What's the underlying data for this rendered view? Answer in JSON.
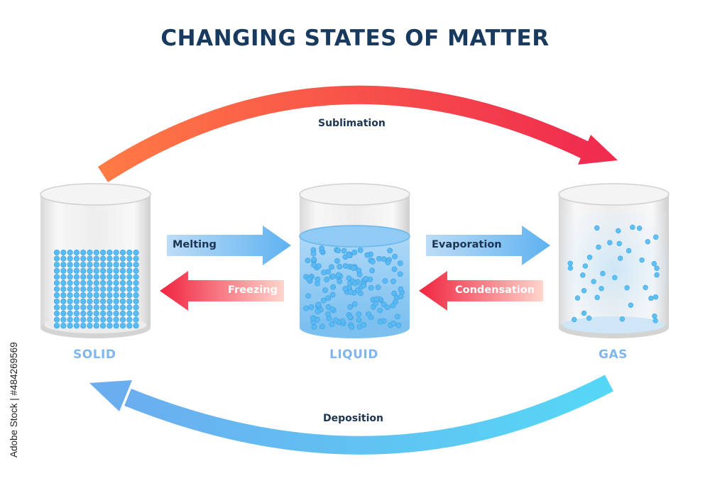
{
  "title": "CHANGING STATES OF MATTER",
  "states": {
    "solid": "SOLID",
    "liquid": "LIQUID",
    "gas": "GAS"
  },
  "processes": {
    "sublimation": "Sublimation",
    "deposition": "Deposition",
    "melting": "Melting",
    "freezing": "Freezing",
    "evaporation": "Evaporation",
    "condensation": "Condensation"
  },
  "stock_id": "Adobe Stock | #484269569",
  "colors": {
    "title": "#173a5e",
    "warm_start": "#ff7a4a",
    "warm_end": "#f0304a",
    "cool_start": "#6fb4f0",
    "cool_end": "#5ad8f4",
    "particle": "#55b8f2",
    "state_label": "#7fb6ee"
  }
}
